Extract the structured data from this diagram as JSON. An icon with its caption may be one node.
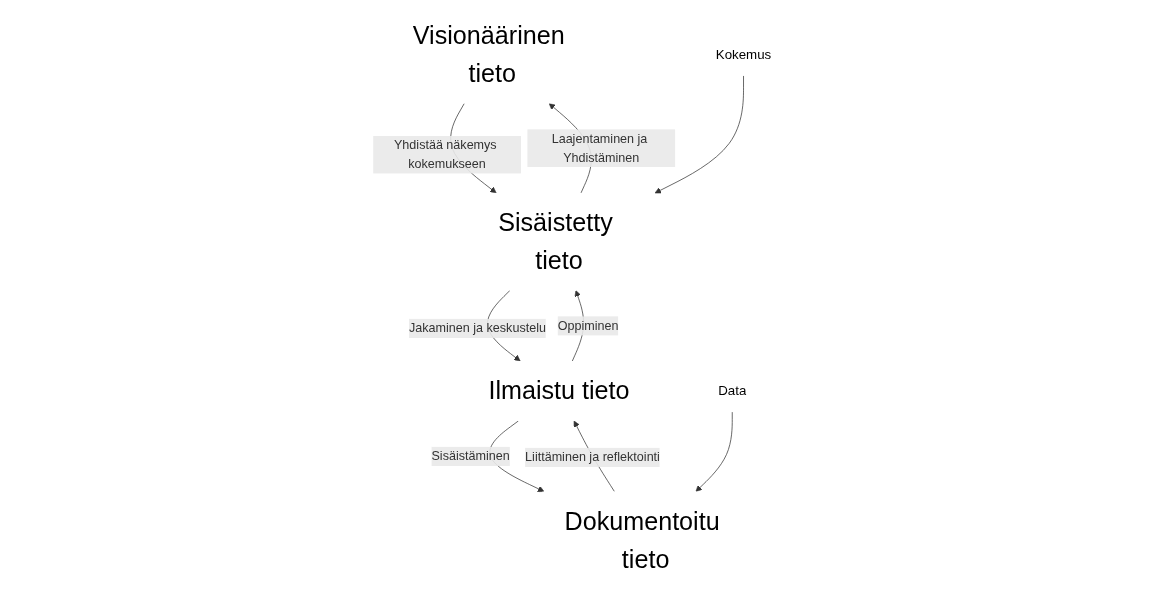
{
  "diagram": {
    "nodes": [
      {
        "text": [
          "Visionäärinen tieto"
        ]
      },
      {
        "text": [
          "Sisäistetty tieto"
        ]
      },
      {
        "text": [
          "Ilmaistu tieto"
        ]
      },
      {
        "text": [
          "Dokumentoitu tieto"
        ]
      },
      {
        "text": [
          "Kokemus"
        ]
      },
      {
        "text": [
          "Data"
        ]
      }
    ],
    "edges": [
      {
        "from": 0,
        "to": 1,
        "arrow": "to",
        "label": "Yhdistää näkemys kokemukseen"
      },
      {
        "from": 1,
        "to": 0,
        "arrow": "to",
        "label": "Laajentaminen ja Yhdistäminen"
      },
      {
        "from": 4,
        "to": 1,
        "arrow": "to"
      },
      {
        "from": 1,
        "to": 2,
        "arrow": "to",
        "label": "Jakaminen ja keskustelu"
      },
      {
        "from": 2,
        "to": 1,
        "arrow": "to",
        "label": "Oppiminen"
      },
      {
        "from": 2,
        "to": 3,
        "arrow": "to",
        "label": "Sisäistäminen"
      },
      {
        "from": 3,
        "to": 2,
        "arrow": "to",
        "label": "Liittäminen ja reflektointi"
      },
      {
        "from": 5,
        "to": 3,
        "arrow": "to"
      }
    ]
  }
}
